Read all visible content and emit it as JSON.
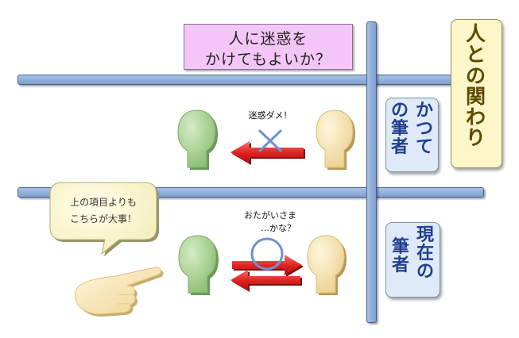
{
  "title": {
    "line1": "人に迷惑を",
    "line2": "かけてもよいか？"
  },
  "side_title": {
    "chars": [
      "人",
      "と",
      "の",
      "関",
      "わ",
      "り"
    ]
  },
  "past_label": {
    "col_right": [
      "か",
      "つ",
      "て"
    ],
    "col_left": [
      "の",
      "筆",
      "者"
    ]
  },
  "present_label": {
    "col_right": [
      "現",
      "在",
      "の"
    ],
    "col_left": [
      "筆",
      "者"
    ]
  },
  "past_caption": "迷惑ダメ！",
  "present_caption": {
    "line1": "おたがいさま",
    "line2": "…かな？"
  },
  "bubble": {
    "line1": "上の項目よりも",
    "line2": "こちらが大事！"
  },
  "colors": {
    "line_blue": "#8eabdc",
    "person_green": "#a6cf8d",
    "person_cream": "#f6e4ae",
    "arrow_red": "#e01f1f",
    "cross_blue": "#6f92cf",
    "circle_blue": "#6f8fd3",
    "title_pink": "#f3c6f7",
    "side_yellow": "#fdf6c8",
    "label_blue": "#dfeaf8"
  }
}
